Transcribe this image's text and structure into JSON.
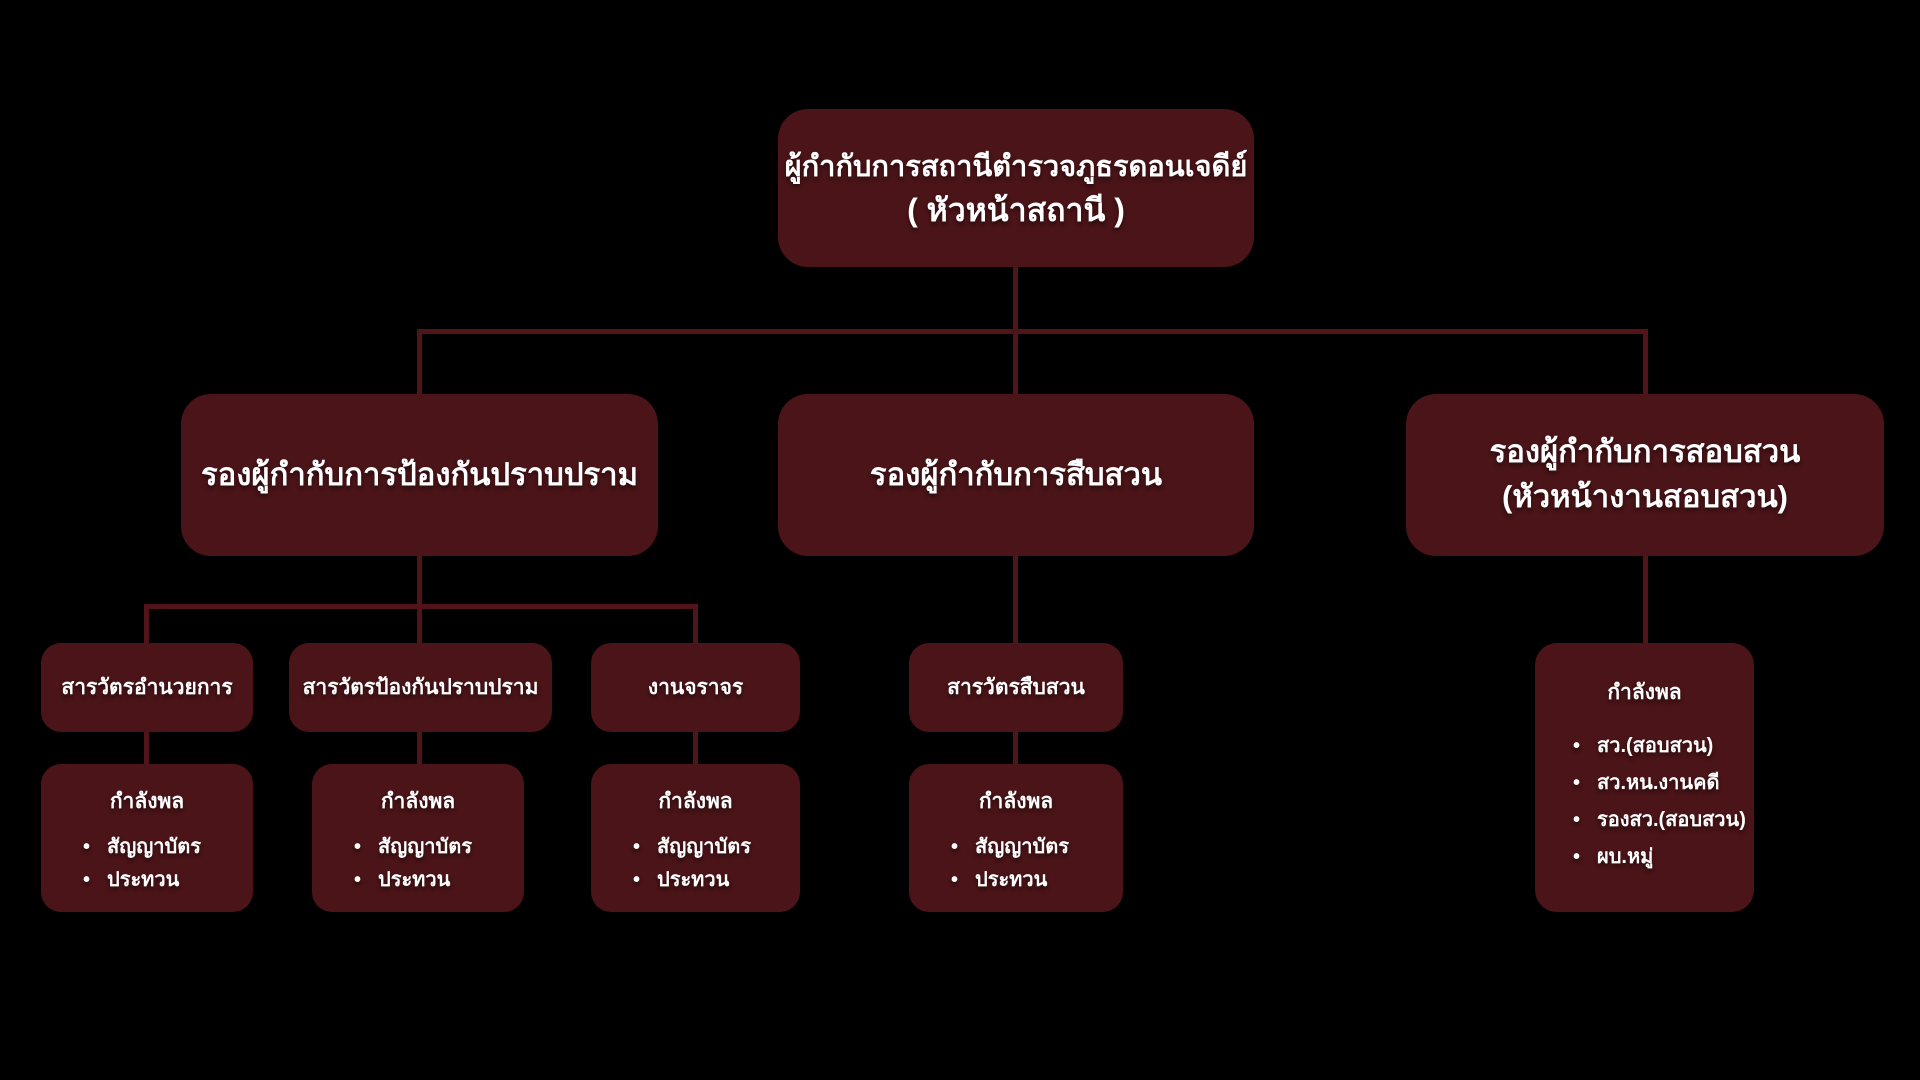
{
  "colors": {
    "background": "#000000",
    "box_fill": "#4A1418",
    "connector": "#511419",
    "text": "#FFFFFF"
  },
  "org": {
    "root": {
      "line1": "ผู้กำกับการสถานีตำรวจภูธรดอนเจดีย์",
      "line2": "( หัวหน้าสถานี )"
    },
    "l2": [
      {
        "line1": "รองผู้กำกับการป้องกันปราบปราม",
        "line2": ""
      },
      {
        "line1": "รองผู้กำกับการสืบสวน",
        "line2": ""
      },
      {
        "line1": "รองผู้กำกับการสอบสวน",
        "line2": "(หัวหน้างานสอบสวน)"
      }
    ],
    "l3": [
      {
        "label": "สารวัตรอำนวยการ"
      },
      {
        "label": "สารวัตรป้องกันปราบปราม"
      },
      {
        "label": "งานจราจร"
      },
      {
        "label": "สารวัตรสืบสวน"
      }
    ],
    "pers": [
      {
        "header": "กำลังพล",
        "items": [
          "สัญญาบัตร",
          "ประทวน"
        ]
      },
      {
        "header": "กำลังพล",
        "items": [
          "สัญญาบัตร",
          "ประทวน"
        ]
      },
      {
        "header": "กำลังพล",
        "items": [
          "สัญญาบัตร",
          "ประทวน"
        ]
      },
      {
        "header": "กำลังพล",
        "items": [
          "สัญญาบัตร",
          "ประทวน"
        ]
      },
      {
        "header": "กำลังพล",
        "items": [
          "สว.(สอบสวน)",
          "สว.หน.งานคดี",
          "รองสว.(สอบสวน)",
          "ผบ.หมู่"
        ]
      }
    ]
  }
}
